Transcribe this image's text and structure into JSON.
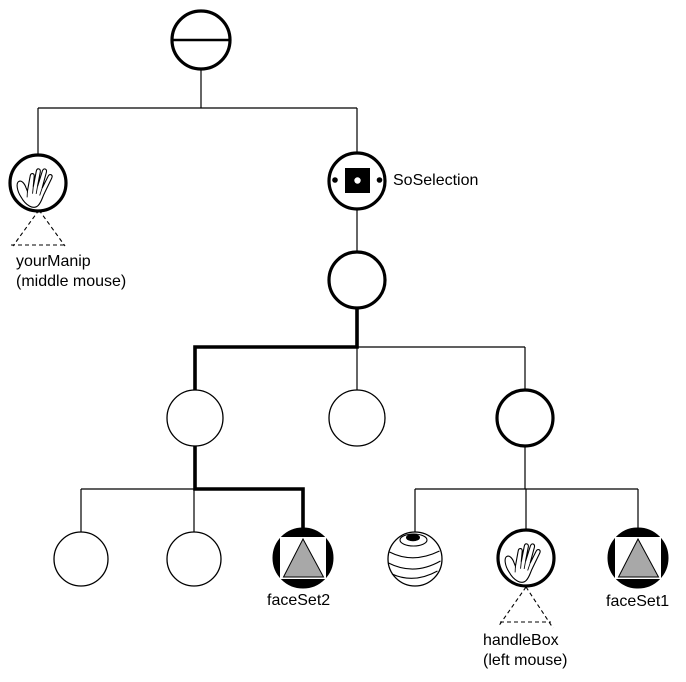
{
  "figure": {
    "kind": "scene-graph-diagram",
    "colors": {
      "background": "#ffffff",
      "line": "#000000",
      "triangle_fill": "#a8a8a8",
      "node_fill": "#ffffff",
      "shape_node_fill": "#000000"
    },
    "labels": {
      "so_selection": "SoSelection",
      "your_manip_line1": "yourManip",
      "your_manip_line2": "(middle mouse)",
      "face_set2": "faceSet2",
      "handle_box_line1": "handleBox",
      "handle_box_line2": "(left mouse)",
      "face_set1": "faceSet1"
    },
    "nodes": [
      {
        "id": "root",
        "icon": "separator-icon",
        "emphasis": "bold-outline"
      },
      {
        "id": "yourManip",
        "icon": "hand-icon",
        "emphasis": "bold-outline",
        "annotation": "dashed-triangle"
      },
      {
        "id": "soSelection",
        "icon": "selection-icon",
        "emphasis": "bold-outline"
      },
      {
        "id": "group-under-selection",
        "icon": "circle",
        "emphasis": "bold-outline"
      },
      {
        "id": "group-left",
        "icon": "circle",
        "emphasis": "thin-outline"
      },
      {
        "id": "group-middle",
        "icon": "circle",
        "emphasis": "thin-outline"
      },
      {
        "id": "group-right",
        "icon": "circle",
        "emphasis": "bold-outline"
      },
      {
        "id": "leaf-empty-1",
        "icon": "circle",
        "emphasis": "thin-outline"
      },
      {
        "id": "leaf-empty-2",
        "icon": "circle",
        "emphasis": "thin-outline"
      },
      {
        "id": "faceSet2",
        "icon": "face-set-icon",
        "emphasis": "filled-black"
      },
      {
        "id": "sphere",
        "icon": "sphere-icon",
        "emphasis": "thin-outline"
      },
      {
        "id": "handleBox",
        "icon": "hand-icon",
        "emphasis": "bold-outline",
        "annotation": "dashed-triangle"
      },
      {
        "id": "faceSet1",
        "icon": "face-set-icon",
        "emphasis": "filled-black"
      }
    ],
    "path_emphasis": {
      "bold_edges": "from group under SoSelection, through left middle group, to faceSet2",
      "target": "faceSet2"
    }
  }
}
